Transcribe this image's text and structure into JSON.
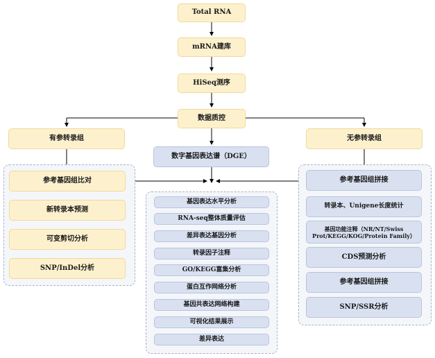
{
  "top": {
    "total_rna": "Total RNA",
    "mrna_lib": "mRNA建库",
    "hiseq": "HiSeq测序",
    "qc": "数据质控"
  },
  "left": {
    "title": "有参转录组",
    "items": [
      "参考基因组比对",
      "新转录本预测",
      "可变剪切分析",
      "SNP/InDel分析"
    ]
  },
  "middle": {
    "title": "数字基因表达谱（DGE）",
    "items": [
      "基因表达水平分析",
      "RNA-seq整体质量评估",
      "差异表达基因分析",
      "转录因子注释",
      "GO/KEGG富集分析",
      "蛋白互作网络分析",
      "基因共表达网络构建",
      "可视化结果展示",
      "差异表达"
    ]
  },
  "right": {
    "title": "无参转录组",
    "items": [
      "参考基因组拼接",
      "转录本、Unigene长度统计",
      "基因功能注释（NR/NT/Swiss Prot/KEGG/KOG/Protein Family）",
      "CDS预测分析",
      "参考基因组拼接",
      "SNP/SSR分析"
    ]
  },
  "colors": {
    "yellow_fill": "#fdf1cd",
    "blue_fill": "#d9e1f1",
    "connector": "#000000"
  }
}
